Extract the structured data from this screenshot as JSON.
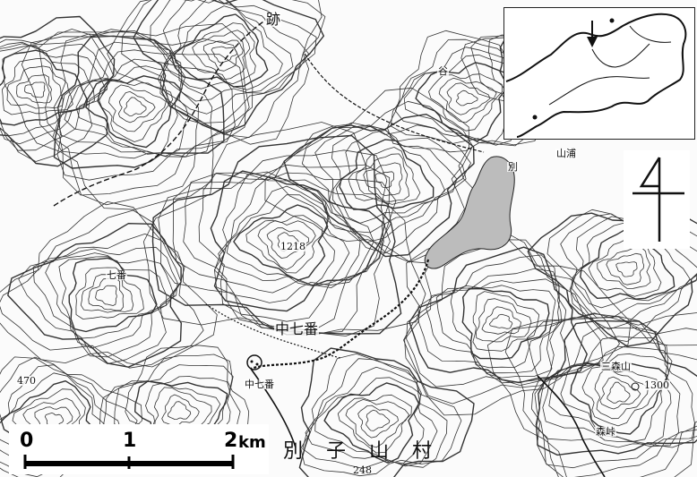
{
  "map": {
    "labels": {
      "village_top": "跡",
      "tani": "谷",
      "besshi": "別",
      "yamaura": "山浦",
      "nanaban": "七番",
      "peak_1218": "1218",
      "naka_nanaban": "中七番",
      "naka_nanaban_2": "中七番",
      "mori_yama": "三森山",
      "elev_1300": "1300",
      "elev_470": "470",
      "mori_pass": "森峠",
      "village_name": "別子山村",
      "elev_248": "248"
    },
    "scale": {
      "ticks": [
        "0",
        "1",
        "2"
      ],
      "unit": "km"
    },
    "colors": {
      "contour": "#333333",
      "water": "#bcbcbc",
      "road": "#111111",
      "background": "#fbfbfb"
    },
    "icons": {
      "north_arrow": "north-arrow-icon",
      "locator": "locator-arrow-icon"
    }
  }
}
